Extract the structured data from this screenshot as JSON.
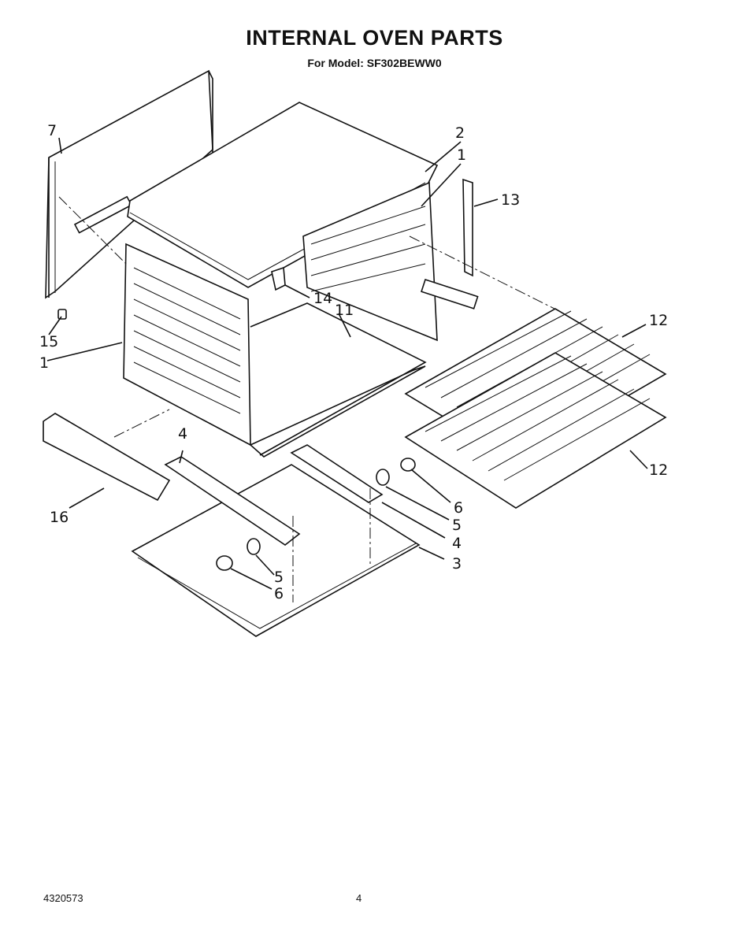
{
  "header": {
    "title": "INTERNAL OVEN PARTS",
    "subtitle": "For Model: SF302BEWW0"
  },
  "callouts": [
    "7",
    "2",
    "1",
    "13",
    "14",
    "11",
    "15",
    "1",
    "12",
    "4",
    "16",
    "12",
    "6",
    "5",
    "4",
    "3",
    "5",
    "6"
  ],
  "footer": {
    "part_number": "4320573",
    "page_number": "4"
  }
}
